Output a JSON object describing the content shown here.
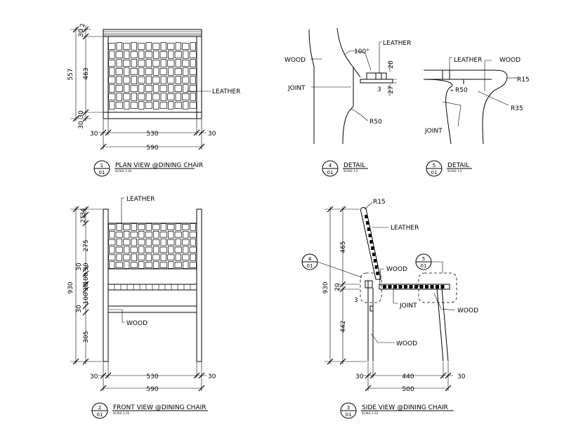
{
  "plan": {
    "dims_left": [
      "557",
      "30",
      "463",
      "30",
      "30"
    ],
    "dim_top_small": "2",
    "dims_bottom": [
      "30",
      "530",
      "30",
      "590"
    ],
    "label": "LEATHER",
    "title": {
      "num": "1",
      "sheet": "01",
      "text": "PLAN VIEW @DINING CHAIR",
      "scale": "SCALE 1:10"
    }
  },
  "detail4": {
    "labels": {
      "wood": "WOOD",
      "leather": "LEATHER",
      "joint": "JOINT"
    },
    "angle": "100°",
    "dims": [
      "20",
      "3",
      "27",
      "R50"
    ],
    "title": {
      "num": "4",
      "sheet": "01",
      "text": "DETAIL",
      "scale": "SCALE 1:2"
    }
  },
  "detail5": {
    "labels": {
      "leather": "LEATHER",
      "wood": "WOOD",
      "joint": "JOINT"
    },
    "dims": [
      "R15",
      "R50",
      "R35"
    ],
    "title": {
      "num": "5",
      "sheet": "01",
      "text": "DETAIL",
      "scale": "SCALE 1:2"
    }
  },
  "front": {
    "dims_left": [
      "34",
      "25",
      "275",
      "30",
      "30",
      "100",
      "930",
      "30",
      "100",
      "30",
      "305"
    ],
    "dims_bottom": [
      "30",
      "530",
      "30",
      "590"
    ],
    "labels": {
      "leather": "LEATHER",
      "wood": "WOOD"
    },
    "title": {
      "num": "2",
      "sheet": "01",
      "text": "FRONT VIEW @DINING CHAIR",
      "scale": "SCALE 1:10"
    }
  },
  "side": {
    "dims_left": [
      "930",
      "465",
      "20",
      "3",
      "442"
    ],
    "dims_bottom": [
      "30",
      "440",
      "30",
      "500"
    ],
    "labels": {
      "r15": "R15",
      "leather": "LEATHER",
      "wood1": "WOOD",
      "joint": "JOINT",
      "wood2": "WOOD",
      "wood3": "WOOD"
    },
    "callout4": {
      "num": "4",
      "sheet": "01"
    },
    "callout5": {
      "num": "5",
      "sheet": "01"
    },
    "title": {
      "num": "3",
      "sheet": "01",
      "text": "SIDE VIEW @DINING CHAIR",
      "scale": "SCALE 1:10"
    }
  }
}
